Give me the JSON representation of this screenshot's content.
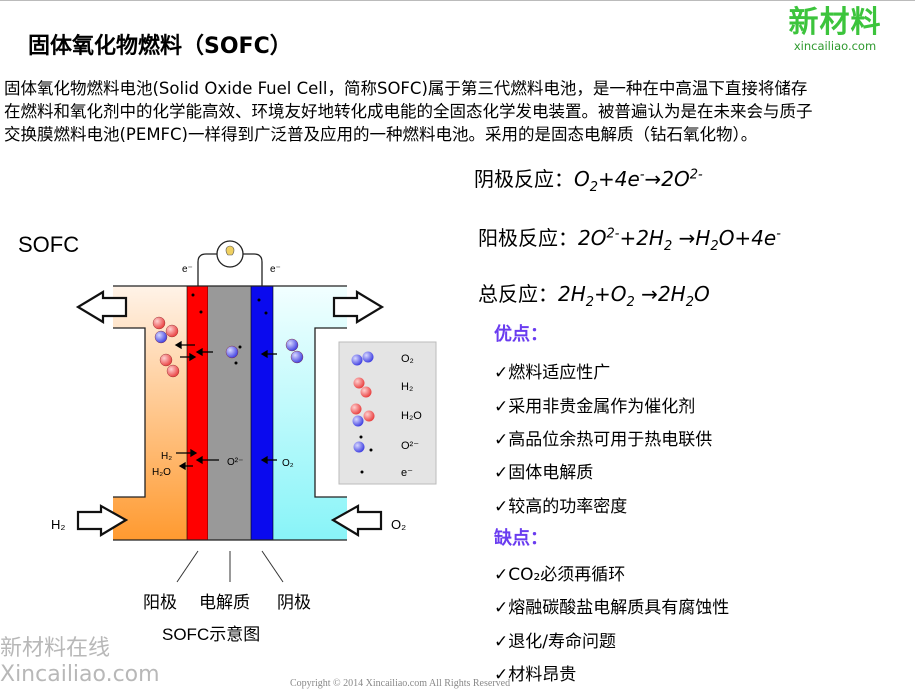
{
  "title": "固体氧化物燃料（SOFC）",
  "logo": {
    "cn": "新材料",
    "en": "xincailiao.com"
  },
  "paragraph": [
    "固体氧化物燃料电池(Solid Oxide Fuel Cell，简称SOFC)属于第三代燃料电池，是一种在中高温下直接将储存",
    "在燃料和氧化剂中的化学能高效、环境友好地转化成电能的全固态化学发电装置。被普遍认为是在未来会与质子",
    "交换膜燃料电池(PEMFC)一样得到广泛普及应用的一种燃料电池。采用的是固态电解质（钻石氧化物）。"
  ],
  "equations": [
    {
      "label": "阴极反应：",
      "parts": [
        [
          "O",
          ""
        ],
        [
          "2",
          "sub"
        ],
        [
          "+4e",
          ""
        ],
        [
          "-",
          "sup"
        ],
        [
          "→2O",
          ""
        ],
        [
          "2-",
          "sup"
        ]
      ]
    },
    {
      "label": "阳极反应：",
      "parts": [
        [
          "2O",
          ""
        ],
        [
          "2-",
          "sup"
        ],
        [
          "+2H",
          ""
        ],
        [
          "2",
          "sub"
        ],
        [
          " →H",
          ""
        ],
        [
          "2",
          "sub"
        ],
        [
          "O+4e",
          ""
        ],
        [
          "-",
          "sup"
        ]
      ]
    },
    {
      "label": "总反应：",
      "parts": [
        [
          "2H",
          ""
        ],
        [
          "2",
          "sub"
        ],
        [
          "+O",
          ""
        ],
        [
          "2",
          "sub"
        ],
        [
          " →2H",
          ""
        ],
        [
          "2",
          "sub"
        ],
        [
          "O",
          ""
        ]
      ]
    }
  ],
  "pros": {
    "header": "优点：",
    "items": [
      "✓燃料适应性广",
      "✓采用非贵金属作为催化剂",
      "✓高品位余热可用于热电联供",
      "✓固体电解质",
      "✓较高的功率密度"
    ]
  },
  "cons": {
    "header": "缺点：",
    "items": [
      "✓CO₂必须再循环",
      "✓熔融碳酸盐电解质具有腐蚀性",
      "✓退化/寿命问题",
      "✓材料昂贵"
    ]
  },
  "diagram": {
    "title": "SOFC",
    "e_left": "e⁻",
    "e_right": "e⁻",
    "h2_in": "H₂",
    "o2_in": "O₂",
    "h2_label": "H₂",
    "h2o_label": "H₂O",
    "o2minus": "O²⁻",
    "o2_label": "O₂",
    "legend": [
      "O₂",
      "H₂",
      "H₂O",
      "O²⁻",
      "e⁻"
    ],
    "labels": [
      "阳极",
      "电解质",
      "阴极"
    ],
    "caption": "SOFC示意图"
  },
  "watermark": {
    "cn": "新材料在线",
    "en": "Xincailiao.com"
  },
  "copyright": "Copyright © 2014  Xincailiao.com  All Rights Reserved"
}
